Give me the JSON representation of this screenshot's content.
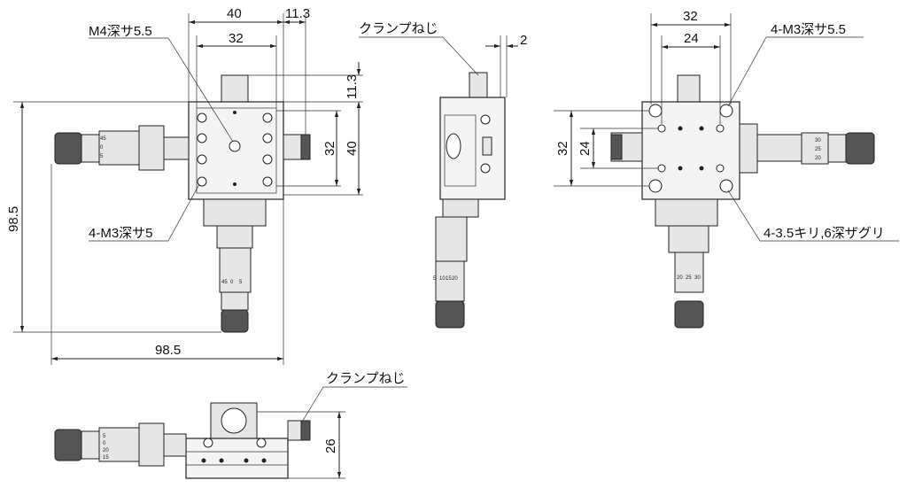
{
  "view_top": {
    "dim_width_40": "40",
    "dim_offset_11_3": "11.3",
    "dim_hole_pitch_32": "32",
    "dim_vertical_11_3": "11.3",
    "dim_vertical_32": "32",
    "dim_vertical_40": "40",
    "dim_height_98_5": "98.5",
    "dim_width_98_5": "98.5",
    "label_center_hole": "M4深サ5.5",
    "label_side_holes": "4-M3深サ5",
    "mic_left_scale": [
      "45",
      "0",
      "5"
    ],
    "mic_bottom_scale": [
      "5",
      "0",
      "45"
    ]
  },
  "view_side": {
    "label_clamp_screw": "クランプねじ",
    "dim_2": "2",
    "mic_scale": [
      "20",
      "15",
      "10",
      "5"
    ]
  },
  "view_bottom": {
    "dim_32": "32",
    "dim_24": "24",
    "dim_vertical_32": "32",
    "dim_vertical_24": "24",
    "label_top_holes": "4-M3深サ5.5",
    "label_counterbore": "4-3.5キリ,6深ザグリ",
    "mic_right_scale": [
      "30",
      "25",
      "20"
    ],
    "mic_bottom_scale": [
      "20",
      "25",
      "30"
    ]
  },
  "view_front": {
    "label_clamp_screw": "クランプねじ",
    "dim_26": "26",
    "mic_scale": [
      "5",
      "0",
      "20",
      "15"
    ]
  }
}
